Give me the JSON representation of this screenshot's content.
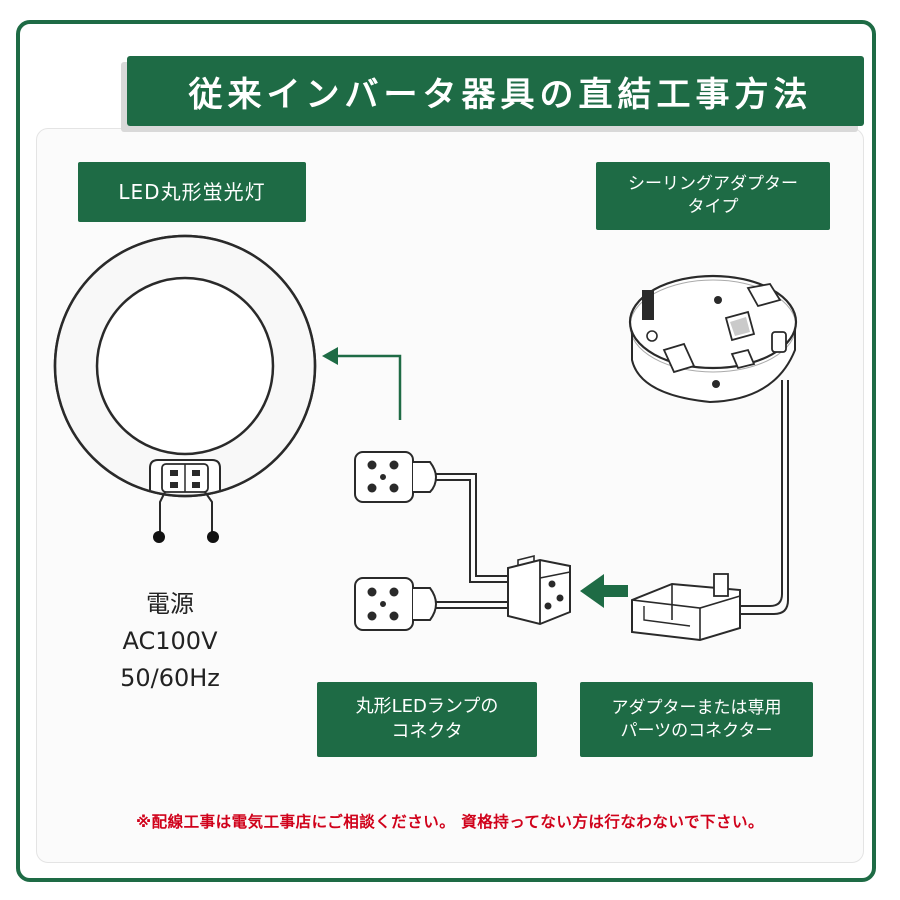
{
  "title": "従来インバータ器具の直結工事方法",
  "labels": {
    "led_lamp": "LED丸形蛍光灯",
    "ceiling_adapter": [
      "シーリングアダプター",
      "タイプ"
    ],
    "lamp_connector": [
      "丸形LEDランプの",
      "コネクタ"
    ],
    "adapter_connector": [
      "アダプターまたは専用",
      "パーツのコネクター"
    ]
  },
  "power": {
    "label": "電源",
    "voltage": "AC100V",
    "frequency": "50/60Hz"
  },
  "notice": "※配線工事は電気工事店にご相談ください。 資格持ってない方は行なわないで下さい。",
  "colors": {
    "brand_green": "#1e6b45",
    "notice_red": "#d0021b",
    "line_dark": "#2a2a2a"
  },
  "icons": {
    "lamp": "led-ring-lamp-icon",
    "adapter": "ceiling-adapter-icon",
    "arrow_up": "arrow-left-icon",
    "arrow_in": "arrow-left-bold-icon"
  }
}
